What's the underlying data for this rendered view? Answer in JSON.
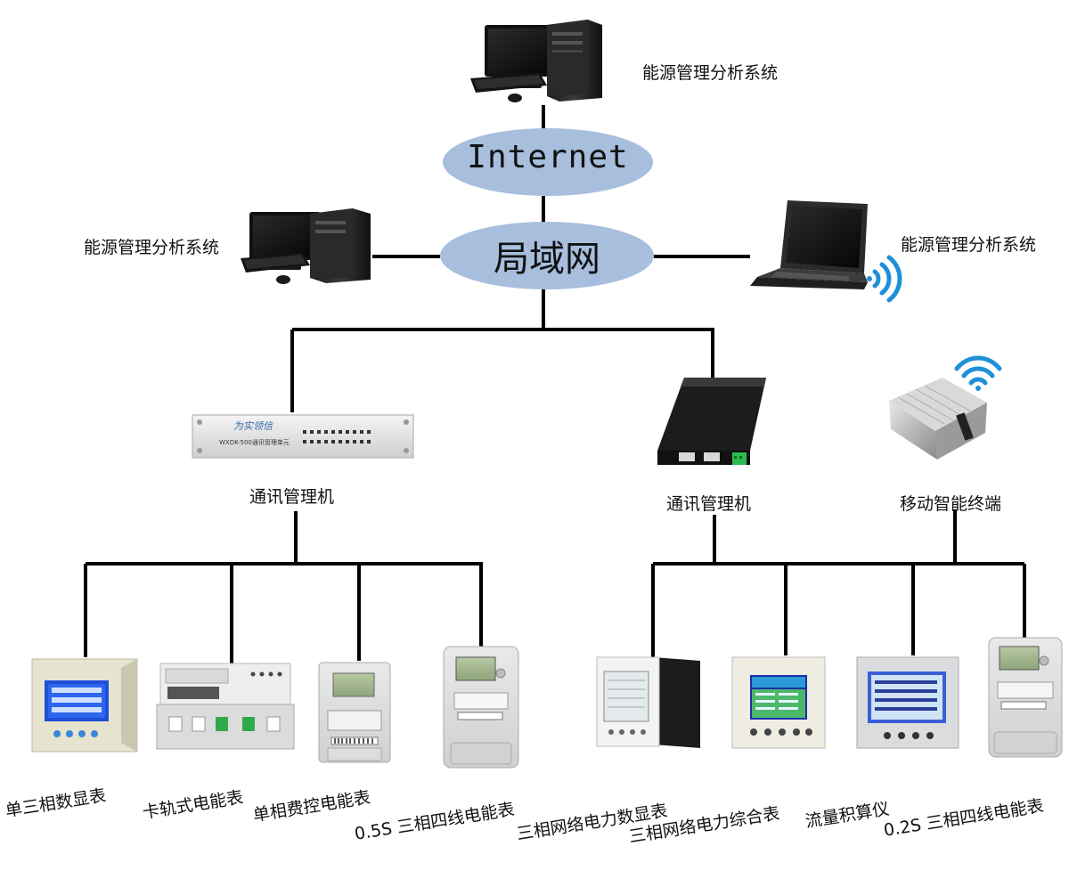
{
  "network": {
    "internet_label": "Internet",
    "lan_label": "局域网"
  },
  "systems": {
    "top": "能源管理分析系统",
    "left": "能源管理分析系统",
    "right": "能源管理分析系统"
  },
  "gateways": {
    "left_label": "通讯管理机",
    "left_brand": "为实领信",
    "left_model": "WXDK-500通讯管理单元",
    "middle_label": "通讯管理机",
    "right_label": "移动智能终端"
  },
  "devices": [
    "单三相数显表",
    "卡轨式电能表",
    "单相费控电能表",
    "0.5S 三相四线电能表",
    "三相网络电力数显表",
    "三相网络电力综合表",
    "流量积算仪",
    "0.2S 三相四线电能表"
  ],
  "colors": {
    "ellipse": "#a7bedd",
    "wifi": "#1e90d8",
    "lines": "#000000"
  },
  "icons": [
    "desktop-computer-icon",
    "laptop-icon",
    "wifi-icon",
    "rack-gateway-icon",
    "black-gateway-icon",
    "mobile-terminal-icon",
    "meter-icon"
  ]
}
